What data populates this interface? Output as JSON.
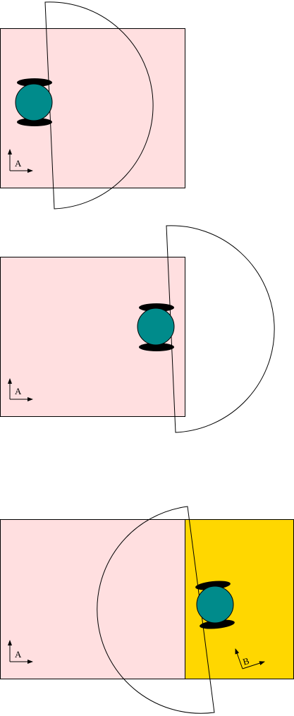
{
  "colors": {
    "room_a": "#ffdfe0",
    "room_b": "#ffd700",
    "robot_body": "#008b8b",
    "wheel": "#000000",
    "outline": "#000000",
    "background": "#ffffff"
  },
  "panels": [
    {
      "id": "panel-1",
      "frames": [
        {
          "label": "A"
        }
      ]
    },
    {
      "id": "panel-2",
      "frames": [
        {
          "label": "A"
        }
      ]
    },
    {
      "id": "panel-3",
      "frames": [
        {
          "label": "A"
        },
        {
          "label": "B"
        }
      ]
    }
  ]
}
